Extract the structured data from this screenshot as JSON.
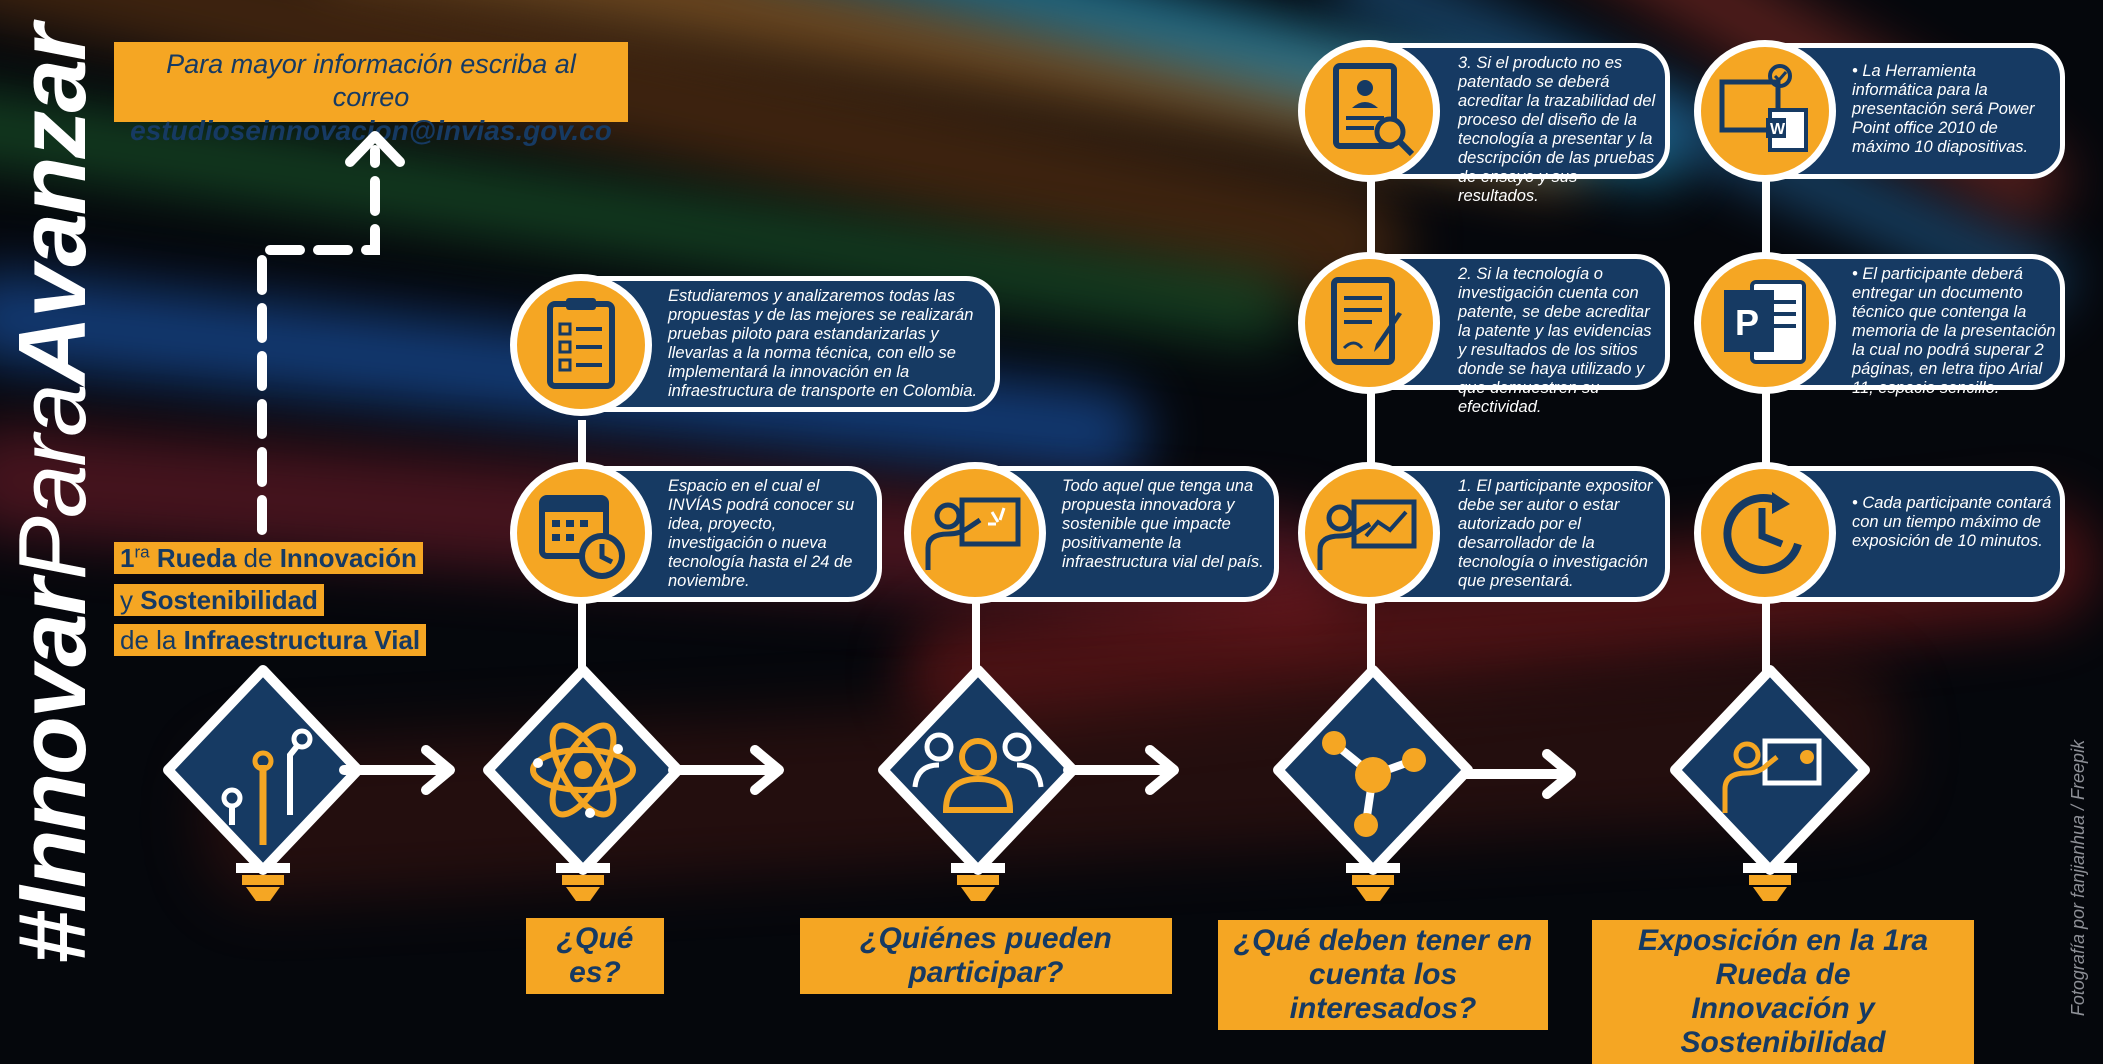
{
  "colors": {
    "accent": "#f5a623",
    "navy": "#163a63",
    "white": "#ffffff",
    "background": "#05070c"
  },
  "hashtag": {
    "hash": "#",
    "bold1": "Innovar",
    "thin": "Para",
    "bold2": "Avanzar"
  },
  "contact": {
    "line1": "Para mayor información escriba al correo",
    "email": "estudioseinnovacion@invias.gov.co"
  },
  "event_title": {
    "line1_num": "1",
    "line1_sup": "ra",
    "line1_bold": "Rueda",
    "line1_rest": "de",
    "line1_bold2": "Innovación",
    "line2_rest": "y",
    "line2_bold": "Sostenibilidad",
    "line3_rest": "de la",
    "line3_bold": "Infraestructura Vial"
  },
  "cards": [
    {
      "icon": "clipboard-checklist-icon",
      "text": "Estudiaremos y analizaremos todas las propuestas y de las mejores se realizarán pruebas piloto para estandarizarlas y llevarlas a la norma técnica, con ello se implementará la innovación en la infraestructura de transporte en Colombia."
    },
    {
      "icon": "calendar-clock-icon",
      "text": "Espacio en el cual el INVÍAS podrá conocer su idea, proyecto, investigación o nueva tecnología hasta el 24 de noviembre."
    },
    {
      "icon": "presenter-board-icon",
      "text": "Todo aquel que tenga una propuesta innovadora y sostenible que impacte positivamente la infraestructura vial del país."
    },
    {
      "icon": "document-search-icon",
      "text": "3. Si el producto no es patentado se deberá acreditar la trazabilidad del proceso del diseño de la tecnología a presentar y la descripción de las pruebas de ensayo y sus resultados."
    },
    {
      "icon": "document-sign-icon",
      "text": "2. Si la tecnología o investigación cuenta con patente, se debe acreditar la patente y las evidencias y resultados de los sitios donde se haya utilizado y que demuestren su efectividad."
    },
    {
      "icon": "presenter-chart-icon",
      "text": "1. El participante expositor debe ser autor o estar autorizado por el desarrollador de la tecnología o investigación que presentará."
    },
    {
      "icon": "word-document-icon",
      "text": "• La Herramienta informática para la presentación será Power Point office 2010 de máximo 10 diapositivas."
    },
    {
      "icon": "powerpoint-icon",
      "text": "• El participante deberá entregar un documento técnico que contenga la memoria de la presentación la cual no podrá superar 2 páginas, en letra tipo Arial 11, espacio sencillo."
    },
    {
      "icon": "timer-icon",
      "text": "• Cada participante contará con un tiempo máximo de exposición de 10 minutos."
    }
  ],
  "bulbs": [
    {
      "icon": "circuit-icon"
    },
    {
      "icon": "atom-icon"
    },
    {
      "icon": "group-people-icon"
    },
    {
      "icon": "network-nodes-icon"
    },
    {
      "icon": "presentation-icon"
    }
  ],
  "labels": [
    {
      "text": "¿Qué es?"
    },
    {
      "text": "¿Quiénes pueden participar?"
    },
    {
      "line1": "¿Qué deben tener en",
      "line2": "cuenta los interesados?"
    },
    {
      "line1": "Exposición en la 1ra Rueda de",
      "line2": "Innovación y Sostenibilidad"
    }
  ],
  "credit": "Fotografía por fanjianhua / Freepik"
}
